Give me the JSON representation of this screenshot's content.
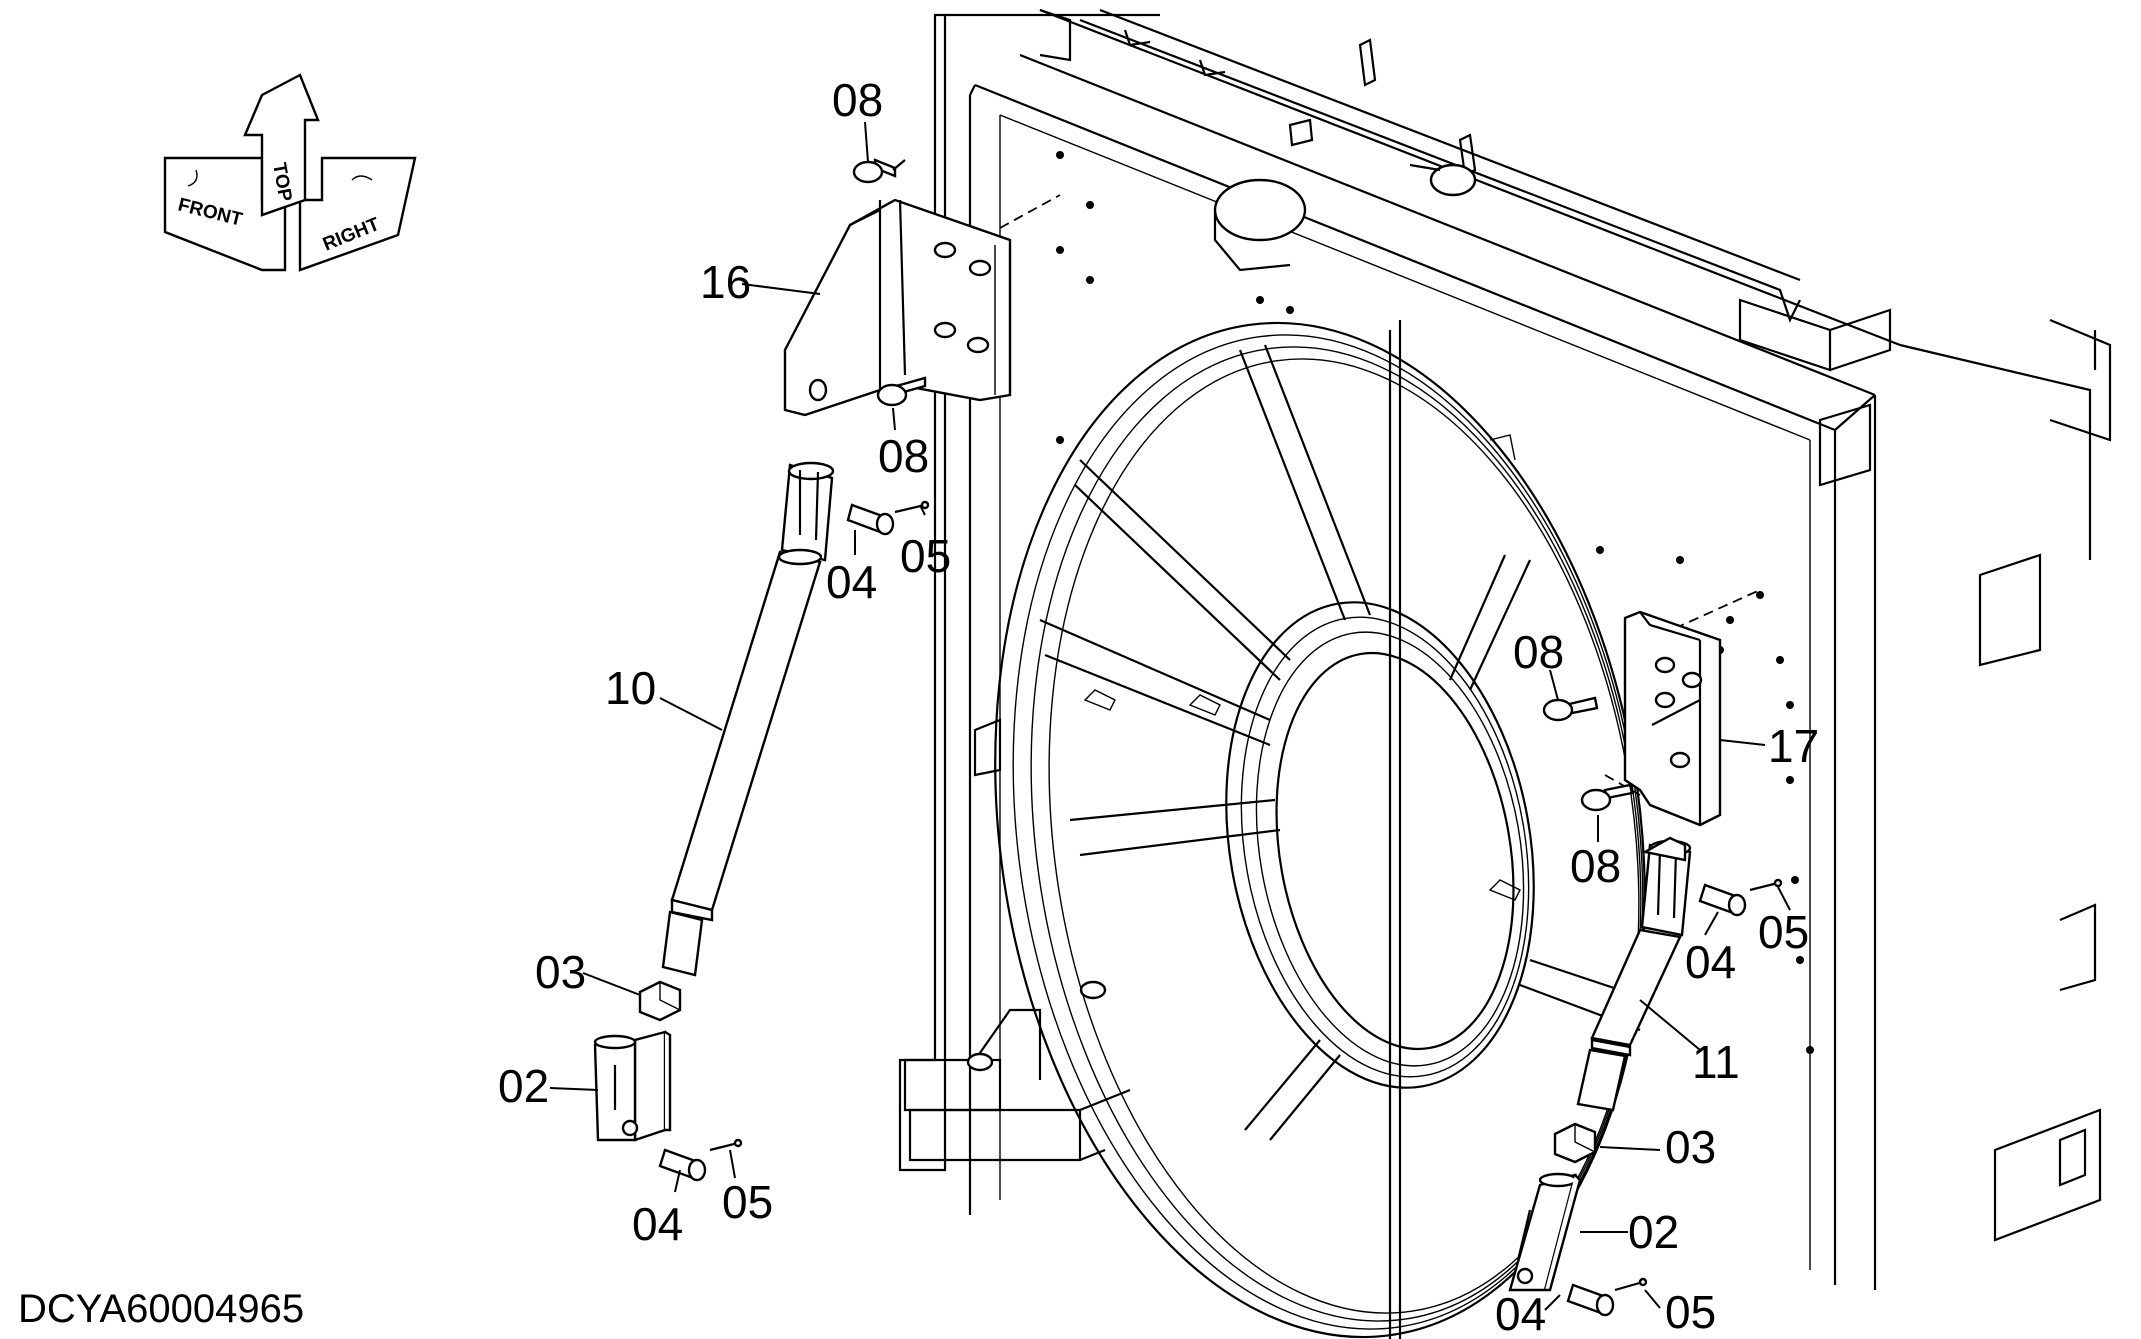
{
  "drawing": {
    "code": "DCYA60004965",
    "orientation": {
      "front": "FRONT",
      "top": "TOP",
      "right": "RIGHT"
    }
  },
  "callouts": {
    "c08_top": "08",
    "c16": "16",
    "c08_left_bracket": "08",
    "c04_upper_left": "04",
    "c05_upper_left": "05",
    "c10": "10",
    "c03_left": "03",
    "c02_left": "02",
    "c04_lower_left": "04",
    "c05_lower_left": "05",
    "c08_right_upper": "08",
    "c17": "17",
    "c08_right_lower": "08",
    "c05_upper_right": "05",
    "c04_upper_right": "04",
    "c11": "11",
    "c03_right": "03",
    "c02_right": "02",
    "c04_lower_right": "04",
    "c05_lower_right": "05"
  }
}
